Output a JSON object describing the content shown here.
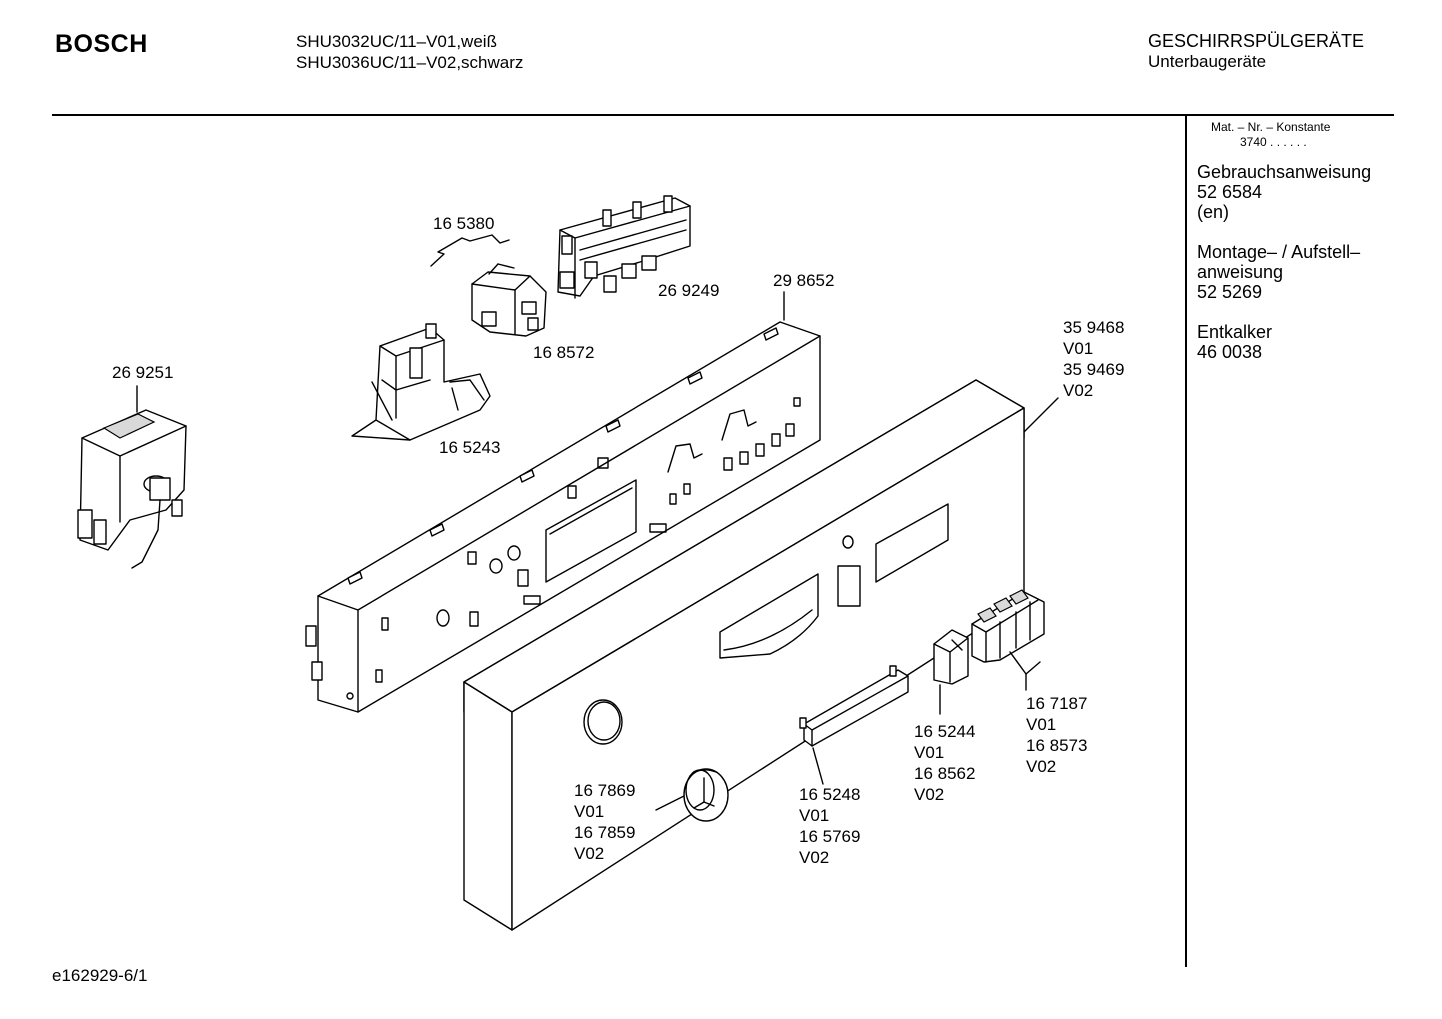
{
  "header": {
    "brand": "BOSCH",
    "models": [
      "SHU3032UC/11–V01,weiß",
      "SHU3036UC/11–V02,schwarz"
    ],
    "category": [
      "GESCHIRRSPÜLGERÄTE",
      "Unterbaugeräte"
    ]
  },
  "sidebar": {
    "mat_label": "Mat. – Nr. – Konstante",
    "mat_value": "3740 . . . . . .",
    "docs": [
      {
        "lines": [
          "Gebrauchsanweisung",
          "52 6584",
          "(en)"
        ]
      },
      {
        "lines": [
          "Montage– / Aufstell–",
          "anweisung",
          "52 5269"
        ]
      },
      {
        "lines": [
          "Entkalker",
          "46 0038"
        ]
      }
    ]
  },
  "parts": [
    {
      "id": "p-165380",
      "lines": [
        "16 5380"
      ]
    },
    {
      "id": "p-269249",
      "lines": [
        "26 9249"
      ]
    },
    {
      "id": "p-298652",
      "lines": [
        "29 8652"
      ]
    },
    {
      "id": "p-168572",
      "lines": [
        "16 8572"
      ]
    },
    {
      "id": "p-269251",
      "lines": [
        "26 9251"
      ]
    },
    {
      "id": "p-165243",
      "lines": [
        "16 5243"
      ]
    },
    {
      "id": "p-359468",
      "lines": [
        "35 9468",
        "V01",
        "35 9469",
        "V02"
      ]
    },
    {
      "id": "p-167187",
      "lines": [
        "16 7187",
        "V01",
        "16 8573",
        "V02"
      ]
    },
    {
      "id": "p-165244",
      "lines": [
        "16 5244",
        "V01",
        "16 8562",
        "V02"
      ]
    },
    {
      "id": "p-167869",
      "lines": [
        "16 7869",
        "V01",
        "16 7859",
        "V02"
      ]
    },
    {
      "id": "p-165248",
      "lines": [
        "16 5248",
        "V01",
        "16 5769",
        "V02"
      ]
    }
  ],
  "footer": {
    "code": "e162929-6/1"
  }
}
